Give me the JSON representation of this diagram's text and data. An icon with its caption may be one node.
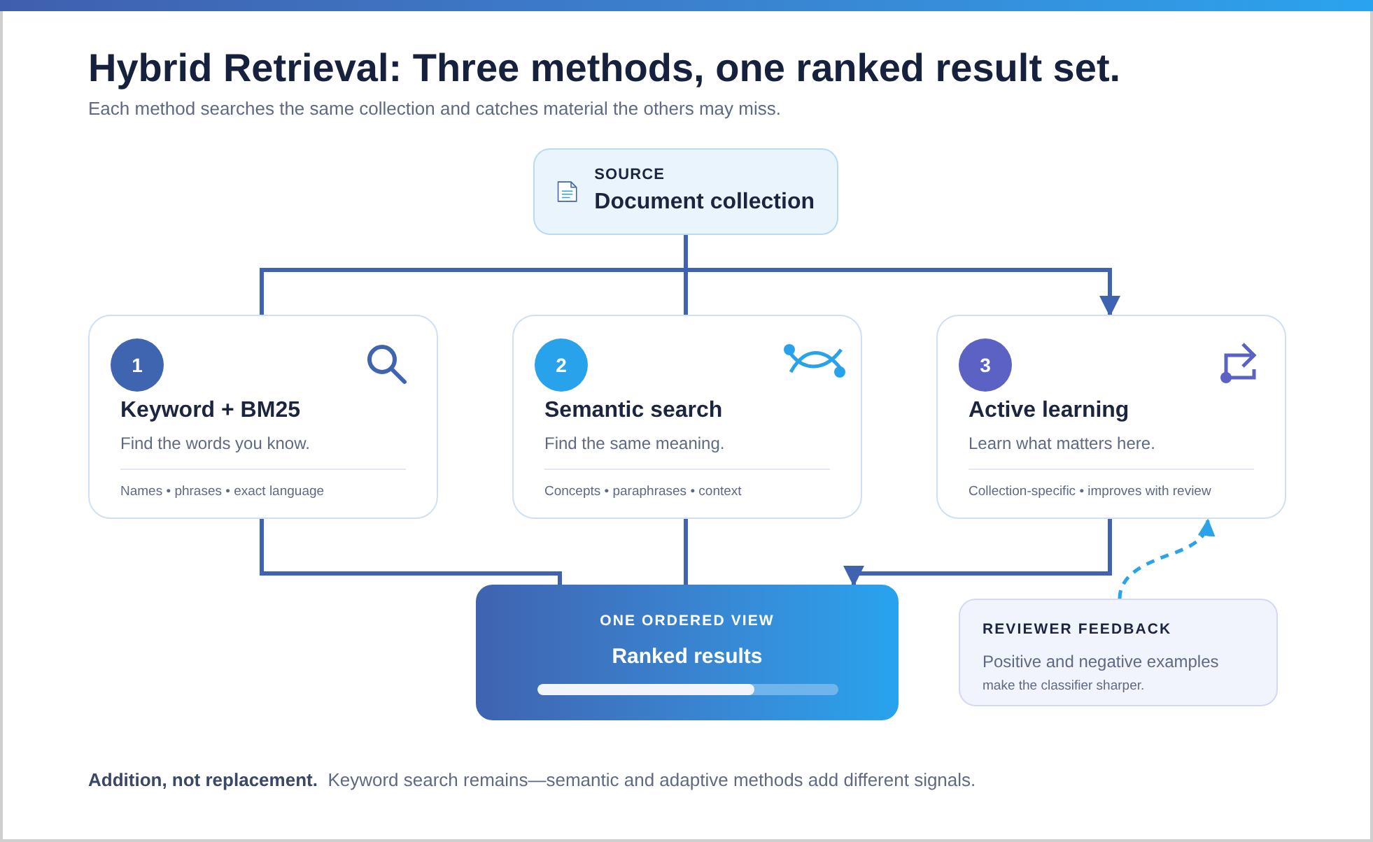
{
  "diagram": {
    "title": "Hybrid Retrieval: Three methods, one ranked result set.",
    "caption": "Each method searches the same collection and catches material the others may miss.",
    "nodes": [
      {
        "text": [
          "SOURCE",
          "Document collection"
        ]
      },
      {
        "text": [
          "1",
          "Keyword + BM25",
          "Find the words you know.",
          "Names • phrases • exact language"
        ]
      },
      {
        "text": [
          "2",
          "Semantic search",
          "Find the same meaning.",
          "Concepts • paraphrases • context"
        ]
      },
      {
        "text": [
          "3",
          "Active learning",
          "Learn what matters here.",
          "Collection-specific • improves with review"
        ]
      },
      {
        "text": [
          "ONE ORDERED VIEW",
          "Ranked results"
        ]
      },
      {
        "text": [
          "REVIEWER FEEDBACK",
          "Positive and negative examples",
          "make the classifier sharper."
        ]
      }
    ],
    "edges": [
      {
        "from": 0,
        "to": 1,
        "arrow": "none"
      },
      {
        "from": 0,
        "to": 2,
        "arrow": "none"
      },
      {
        "from": 0,
        "to": 3,
        "arrow": "to"
      },
      {
        "from": 1,
        "to": 4,
        "arrow": "none"
      },
      {
        "from": 2,
        "to": 4,
        "arrow": "none"
      },
      {
        "from": 3,
        "to": 4,
        "arrow": "to"
      },
      {
        "from": 5,
        "to": 3,
        "arrow": "to",
        "style": "dashed",
        "color": "#2aa3ea"
      }
    ],
    "labels": [
      "**Addition, not replacement.**  Keyword search remains—semantic and adaptive methods add different signals."
    ]
  }
}
